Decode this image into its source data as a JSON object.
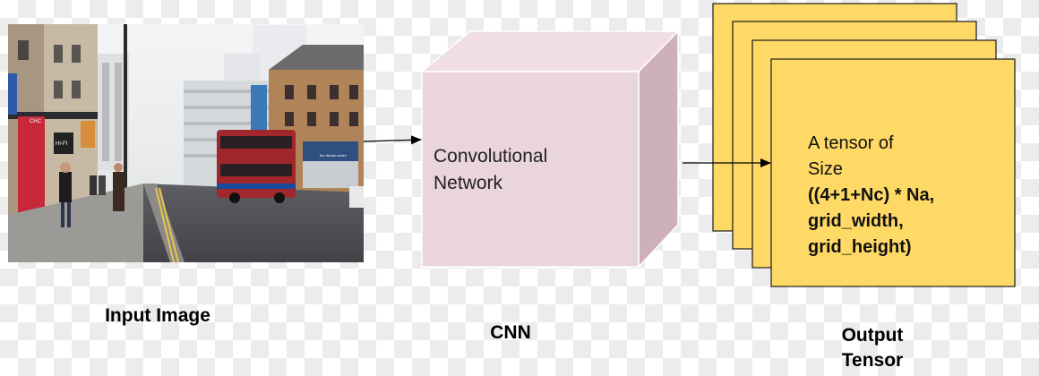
{
  "input": {
    "caption": "Input Image",
    "photo_signs": [
      "CHC",
      "HI-FI",
      "the dental centre"
    ]
  },
  "cnn": {
    "caption": "CNN",
    "label_line1": "Convolutional",
    "label_line2": "Network"
  },
  "output": {
    "caption_line1": "Output",
    "caption_line2": "Tensor",
    "text_line1": "A tensor of",
    "text_line2": "Size",
    "text_line3": "((4+1+Nc) * Na,",
    "text_line4": "grid_width,",
    "text_line5": "grid_height)"
  },
  "colors": {
    "cube_front": "#ead4de",
    "cube_top": "#f0dde5",
    "cube_side": "#cdb0bb",
    "tensor_fill": "#ffd966",
    "bus_red": "#a0282c"
  }
}
